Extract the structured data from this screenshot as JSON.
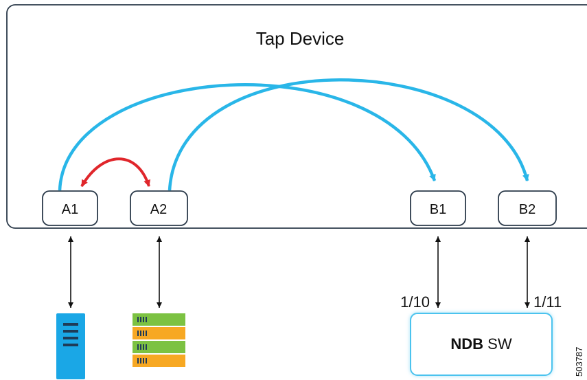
{
  "tap_device": {
    "title": "Tap Device"
  },
  "ports": {
    "a1": "A1",
    "a2": "A2",
    "b1": "B1",
    "b2": "B2"
  },
  "ndb_switch": {
    "label_bold": "NDB",
    "label_regular": " SW",
    "port_1": "1/10",
    "port_2": "1/11"
  },
  "figure_id": "503787",
  "colors": {
    "outline": "#2b3a4a",
    "tap_flow": "#29b6e8",
    "loopback": "#e0262b",
    "server_blue": "#1aa7e6",
    "rack_green": "#7cc242",
    "rack_orange": "#f7a823"
  },
  "icons": {
    "server": "tower-server-icon",
    "rack": "rack-server-icon"
  }
}
